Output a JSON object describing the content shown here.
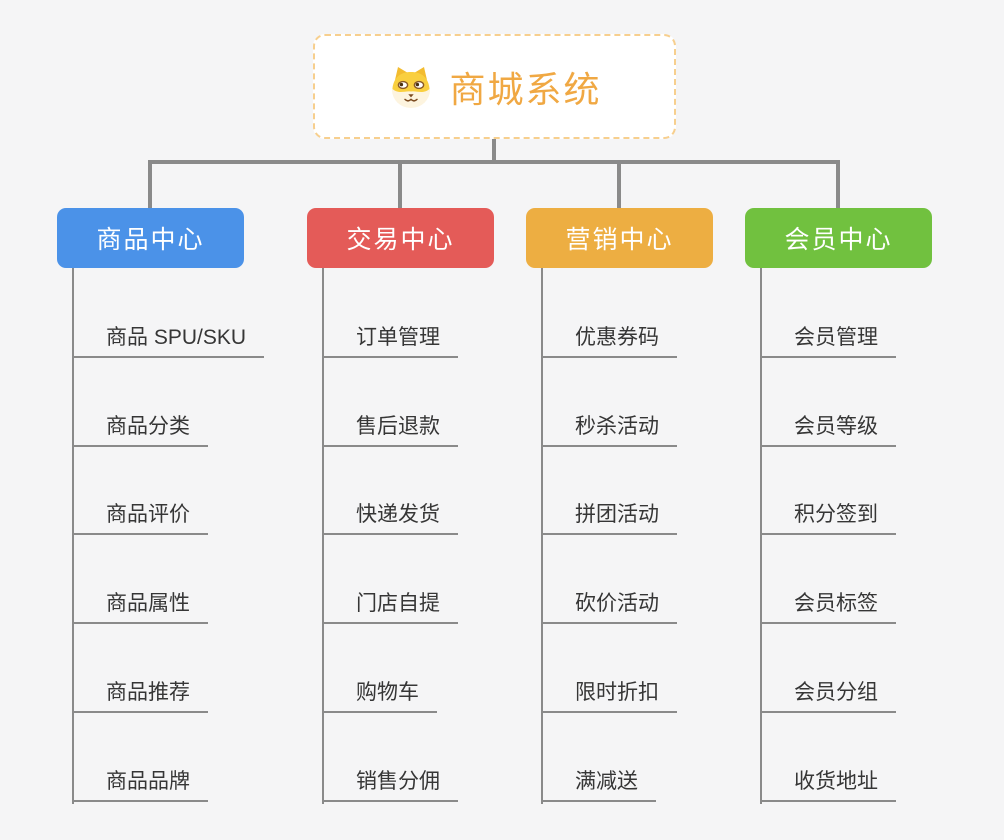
{
  "page": {
    "background_color": "#F5F5F6",
    "connector_color": "#8A8A8A"
  },
  "root": {
    "icon": "shiba-dog-face-icon",
    "title": "商城系统",
    "title_color": "#F0A843",
    "border_color": "#F7CF8E"
  },
  "branches": [
    {
      "id": "product-center",
      "label": "商品中心",
      "color": "#4B92E8",
      "items": [
        "商品 SPU/SKU",
        "商品分类",
        "商品评价",
        "商品属性",
        "商品推荐",
        "商品品牌"
      ]
    },
    {
      "id": "trade-center",
      "label": "交易中心",
      "color": "#E45B58",
      "items": [
        "订单管理",
        "售后退款",
        "快递发货",
        "门店自提",
        "购物车",
        "销售分佣"
      ]
    },
    {
      "id": "marketing-center",
      "label": "营销中心",
      "color": "#EDAE42",
      "items": [
        "优惠券码",
        "秒杀活动",
        "拼团活动",
        "砍价活动",
        "限时折扣",
        "满减送"
      ]
    },
    {
      "id": "member-center",
      "label": "会员中心",
      "color": "#71C13F",
      "items": [
        "会员管理",
        "会员等级",
        "积分签到",
        "会员标签",
        "会员分组",
        "收货地址"
      ]
    }
  ]
}
